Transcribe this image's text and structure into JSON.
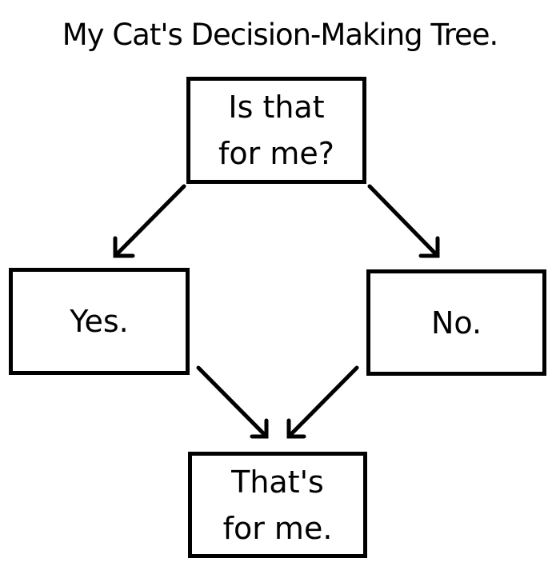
{
  "title": "My Cat's Decision-Making Tree.",
  "nodes": {
    "question": "Is that\nfor me?",
    "yes": "Yes.",
    "no": "No.",
    "result": "That's\nfor me."
  },
  "edges": [
    {
      "from": "question",
      "to": "yes"
    },
    {
      "from": "question",
      "to": "no"
    },
    {
      "from": "yes",
      "to": "result"
    },
    {
      "from": "no",
      "to": "result"
    }
  ],
  "colors": {
    "line": "#000000",
    "background": "#ffffff"
  }
}
